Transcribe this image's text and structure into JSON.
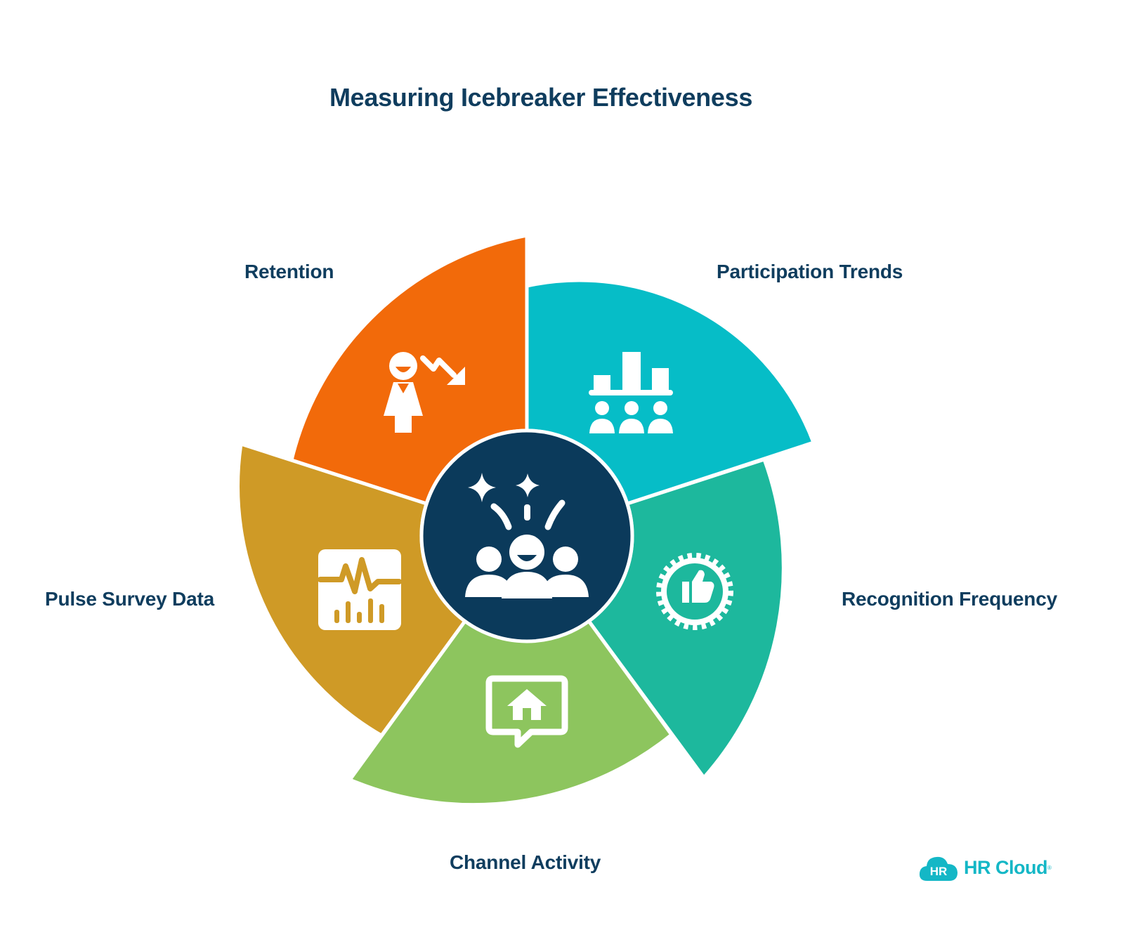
{
  "title": "Measuring Icebreaker Effectiveness",
  "segments": [
    {
      "label": "Retention",
      "color": "#f26a0a",
      "icon": "person-down-trend-icon"
    },
    {
      "label": "Participation Trends",
      "color": "#06bdc7",
      "icon": "bar-chart-people-icon"
    },
    {
      "label": "Recognition Frequency",
      "color": "#1db89d",
      "icon": "thumbs-up-badge-icon"
    },
    {
      "label": "Channel Activity",
      "color": "#8dc55e",
      "icon": "home-chat-bubble-icon"
    },
    {
      "label": "Pulse Survey Data",
      "color": "#cf9a26",
      "icon": "pulse-monitor-icon"
    }
  ],
  "center": {
    "color": "#0b3a5b",
    "icon": "celebrating-team-icon"
  },
  "logo": {
    "badge": "HR",
    "text": "HR Cloud",
    "mark": "®",
    "color": "#14b7c6"
  }
}
